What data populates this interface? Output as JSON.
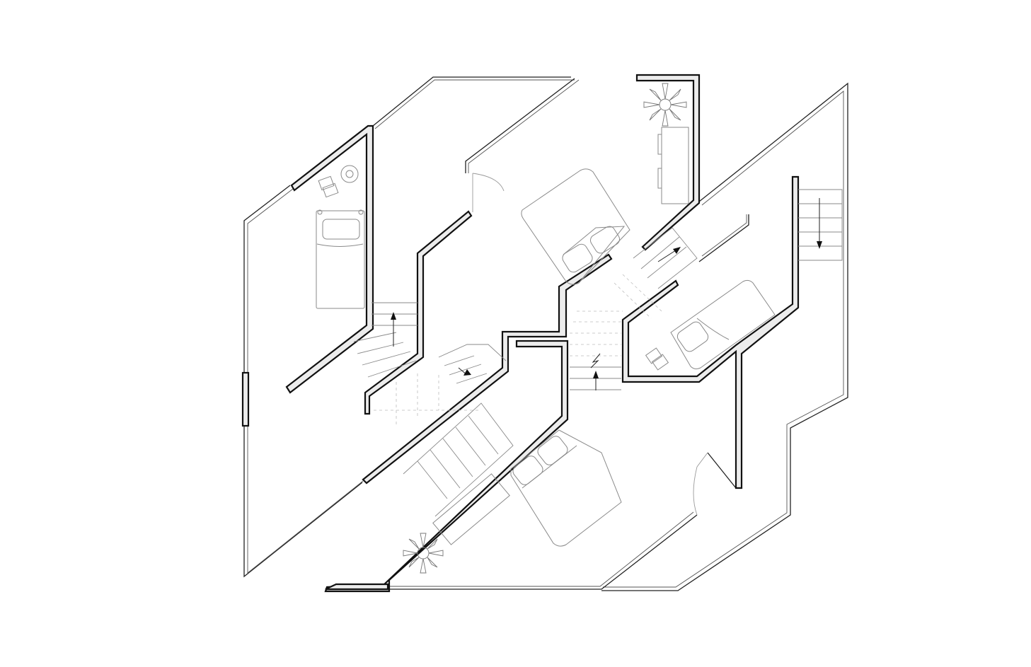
{
  "drawing": {
    "kind": "floor-plan",
    "colors": {
      "background": "#ffffff",
      "wall_fill": "#ececec",
      "wall_stroke": "#111111",
      "furniture_stroke": "#8a8a8a"
    },
    "rooms": [
      {
        "label": "",
        "furniture": [
          "bathtub",
          "basin",
          "towel"
        ]
      },
      {
        "label": "",
        "furniture": [
          "double-bed",
          "desk",
          "potted-plant"
        ]
      },
      {
        "label": "",
        "furniture": [
          "bathtub",
          "towel"
        ]
      },
      {
        "label": "",
        "furniture": [
          "double-bed",
          "desk",
          "potted-plant"
        ]
      }
    ],
    "stairs": [
      {
        "direction": "up"
      },
      {
        "direction": "up"
      },
      {
        "direction": "up"
      },
      {
        "direction": "down"
      }
    ]
  }
}
